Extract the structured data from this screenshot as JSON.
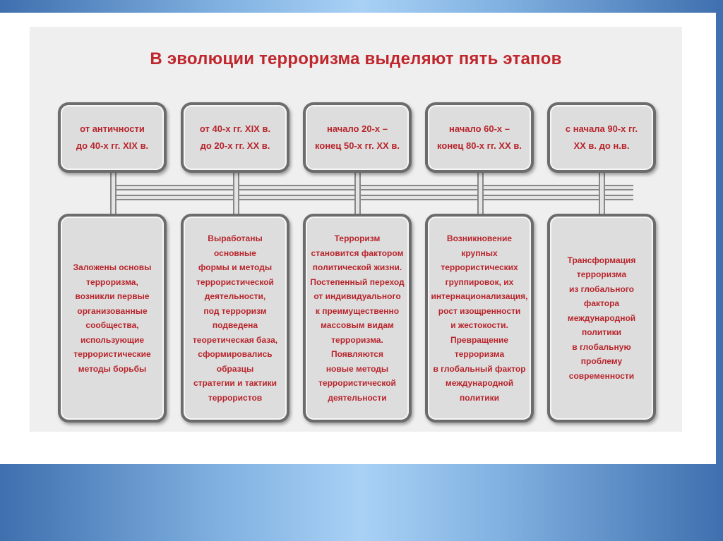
{
  "title": "В эволюции терроризма выделяют пять этапов",
  "stages": [
    {
      "period": "от античности\nдо 40-х гг. XIX в.",
      "description": "Заложены основы\nтерроризма,\nвозникли первые\nорганизованные\nсообщества,\nиспользующие\nтеррористические\nметоды борьбы"
    },
    {
      "period": "от 40-х гг. XIX в.\nдо 20-х гг. XX в.",
      "description": "Выработаны\nосновные\nформы и методы\nтеррористической\nдеятельности,\nпод терроризм\nподведена\nтеоретическая база,\nсформировались\nобразцы\nстратегии и тактики\nтеррористов"
    },
    {
      "period": "начало 20-х –\nконец 50-х гг. XX в.",
      "description": "Терроризм\nстановится фактором\nполитической жизни.\nПостепенный переход\nот индивидуального\nк преимущественно\nмассовым видам\nтерроризма.\nПоявляются\nновые методы\nтеррористической\nдеятельности"
    },
    {
      "period": "начало 60-х –\nконец 80-х гг. XX в.",
      "description": "Возникновение\nкрупных\nтеррористических\nгруппировок, их\nинтернационализация,\nрост изощренности\nи жестокости.\nПревращение\nтерроризма\nв глобальный фактор\nмеждународной\nполитики"
    },
    {
      "period": "с начала 90-х гг.\nXX в. до н.в.",
      "description": "Трансформация\nтерроризма\nиз глобального\nфактора\nмеждународной\nполитики\nв глобальную\nпроблему\nсовременности"
    }
  ]
}
